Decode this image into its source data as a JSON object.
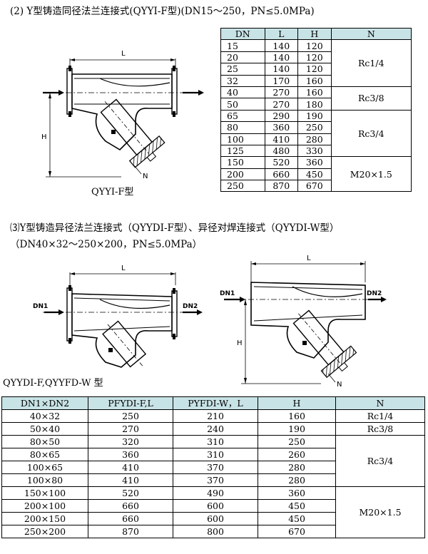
{
  "section2": {
    "title": "(2) Y型铸造同径法兰连接式(QYYI-F型)(DN15～250，PN≤5.0MPa)",
    "caption": "QYYI-F型",
    "drawing_labels": {
      "L": "L",
      "H": "H",
      "N": "N"
    },
    "table": {
      "headers": [
        "DN",
        "L",
        "H",
        "N"
      ],
      "rows": [
        [
          "15",
          "140",
          "120"
        ],
        [
          "20",
          "140",
          "120"
        ],
        [
          "25",
          "140",
          "120"
        ],
        [
          "32",
          "170",
          "160"
        ],
        [
          "40",
          "270",
          "160"
        ],
        [
          "50",
          "270",
          "180"
        ],
        [
          "65",
          "290",
          "190"
        ],
        [
          "80",
          "360",
          "250"
        ],
        [
          "100",
          "410",
          "280"
        ],
        [
          "125",
          "480",
          "330"
        ],
        [
          "150",
          "520",
          "360"
        ],
        [
          "200",
          "660",
          "450"
        ],
        [
          "250",
          "870",
          "670"
        ]
      ],
      "n_groups": [
        "Rc1/4",
        "Rc3/8",
        "Rc3/4",
        "M20×1.5"
      ]
    }
  },
  "section3": {
    "line1": "⑶Y型铸造异径法兰连接式（QYYDI-F型）、异径对焊连接式（QYYDI-W型）",
    "line2": "（DN40×32～250×200，PN≤5.0MPa）",
    "caption": "QYYDI-F,QYYFD-W 型",
    "drawing_labels": {
      "L": "L",
      "H": "H",
      "N": "N",
      "dn1": "DN1",
      "dn2": "DN2"
    },
    "table": {
      "headers": [
        "DN1×DN2",
        "PFYDI-F,L",
        "PYFDI-W，L",
        "H",
        "N"
      ],
      "rows": [
        [
          "40×32",
          "250",
          "210",
          "160"
        ],
        [
          "50×40",
          "270",
          "240",
          "190"
        ],
        [
          "80×50",
          "320",
          "310",
          "250"
        ],
        [
          "80×65",
          "360",
          "310",
          "260"
        ],
        [
          "100×65",
          "410",
          "370",
          "280"
        ],
        [
          "100×80",
          "410",
          "370",
          "280"
        ],
        [
          "150×100",
          "520",
          "490",
          "360"
        ],
        [
          "200×100",
          "660",
          "600",
          "450"
        ],
        [
          "200×150",
          "660",
          "600",
          "450"
        ],
        [
          "250×200",
          "870",
          "800",
          "670"
        ]
      ],
      "n_groups": [
        "Rc1/4",
        "Rc3/8",
        "Rc3/4",
        "M20×1.5"
      ]
    }
  }
}
